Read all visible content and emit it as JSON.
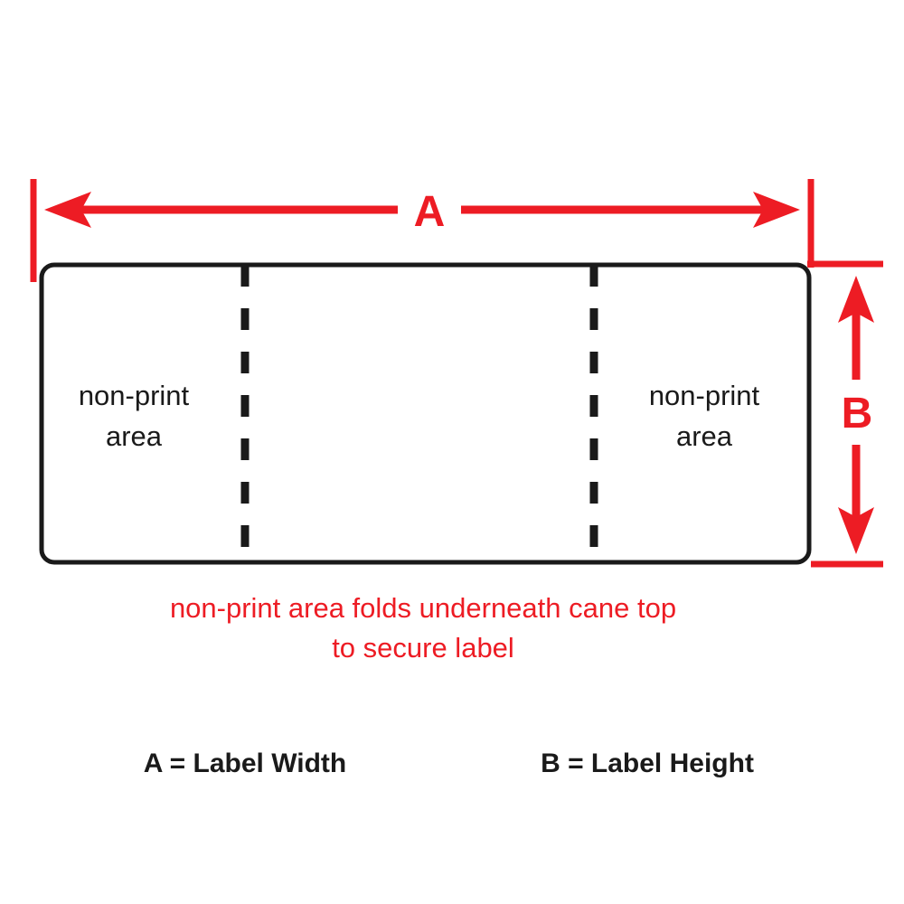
{
  "diagram": {
    "title": "Cane top label dimension diagram",
    "colors": {
      "accent_red": "#ED1C24",
      "outline_black": "#1a1a1a",
      "background": "#FFFFFF"
    },
    "label_shape": {
      "left_zone_line1": "non-print",
      "left_zone_line2": "area",
      "right_zone_line1": "non-print",
      "right_zone_line2": "area"
    },
    "dimensions": {
      "width_letter": "A",
      "height_letter": "B"
    },
    "caption": {
      "line1": "non-print area folds underneath cane top",
      "line2": "to secure label"
    },
    "legend": {
      "width_definition": "A = Label Width",
      "height_definition": "B = Label Height"
    }
  }
}
